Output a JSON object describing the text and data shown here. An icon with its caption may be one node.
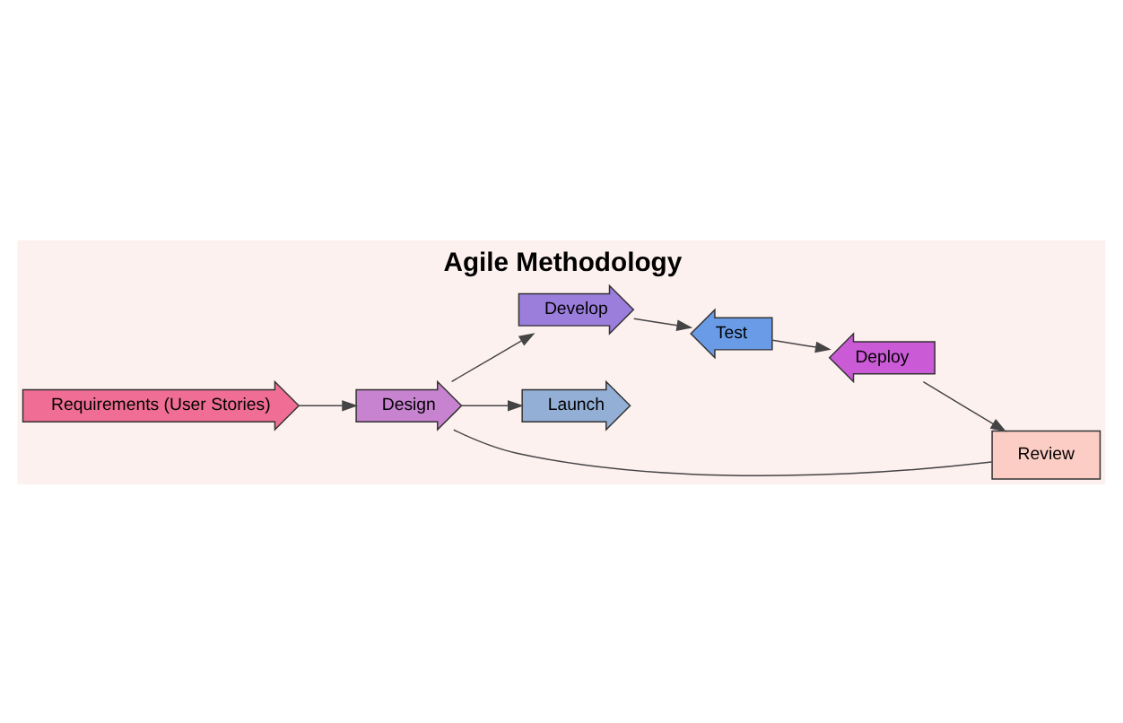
{
  "diagram": {
    "title": "Agile Methodology",
    "nodes": [
      {
        "text": [
          "Requirements (User Stories)"
        ]
      },
      {
        "text": [
          "Design"
        ]
      },
      {
        "text": [
          "Develop"
        ]
      },
      {
        "text": [
          "Test"
        ]
      },
      {
        "text": [
          "Deploy"
        ]
      },
      {
        "text": [
          "Review"
        ]
      },
      {
        "text": [
          "Launch"
        ]
      }
    ],
    "edges": [
      {
        "from": 0,
        "to": 1,
        "arrow": "to"
      },
      {
        "from": 1,
        "to": 2,
        "arrow": "to"
      },
      {
        "from": 2,
        "to": 3,
        "arrow": "to"
      },
      {
        "from": 3,
        "to": 4,
        "arrow": "to"
      },
      {
        "from": 4,
        "to": 5,
        "arrow": "to"
      },
      {
        "from": 5,
        "to": 1,
        "arrow": "none"
      },
      {
        "from": 1,
        "to": 6,
        "arrow": "to"
      }
    ]
  }
}
